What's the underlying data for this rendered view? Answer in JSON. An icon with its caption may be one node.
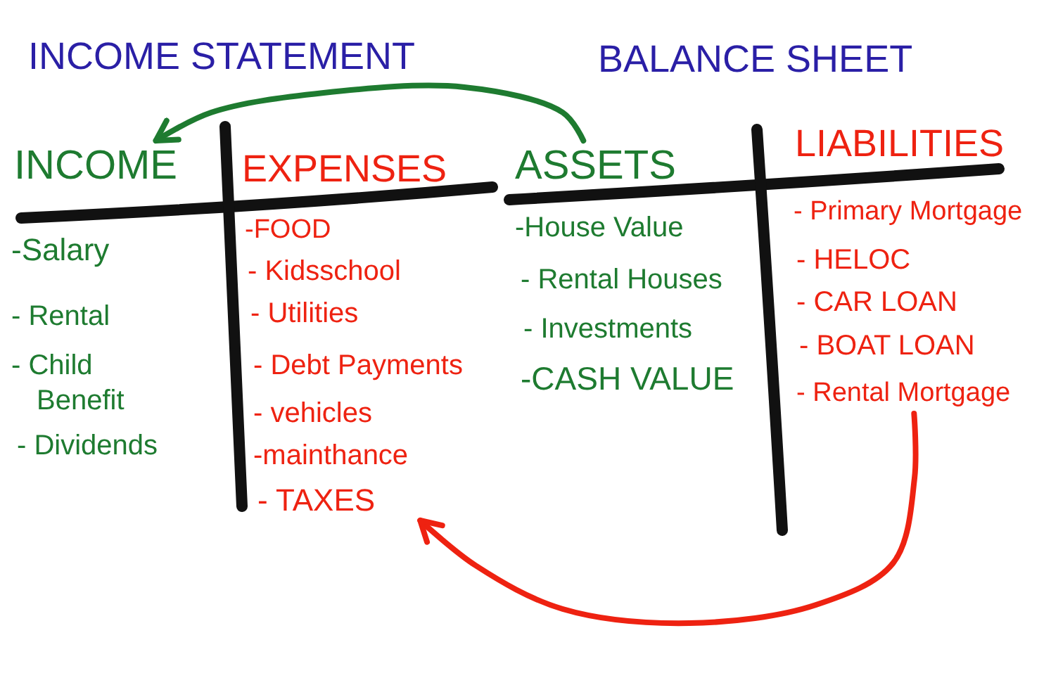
{
  "diagram": {
    "nodes": [
      {
        "text": [
          "INCOME"
        ]
      },
      {
        "text": [
          "ASSETS"
        ]
      },
      {
        "text": [
          "- TAXES"
        ]
      },
      {
        "text": [
          "- Rental Mortgage"
        ]
      }
    ],
    "edges": [
      {
        "from": 1,
        "to": 0,
        "arrow": "to",
        "color": "#1e7b30"
      },
      {
        "from": 3,
        "to": 2,
        "arrow": "to",
        "color": "#ee2211"
      }
    ],
    "labels": [
      "INCOME STATEMENT",
      "BALANCE SHEET",
      "EXPENSES",
      "LIABILITIES",
      "-Salary",
      "- Rental",
      "- Child Benefit",
      "- Dividends",
      "-FOOD",
      "- Kidsschool",
      "- Utilities",
      "- Debt Payments",
      "- vehicles",
      "-mainthance",
      "-House Value",
      "- Rental Houses",
      "- Investments",
      "-CASH VALUE",
      "- Primary Mortgage",
      "- HELOC",
      "- CAR LOAN",
      "- BOAT LOAN"
    ]
  }
}
